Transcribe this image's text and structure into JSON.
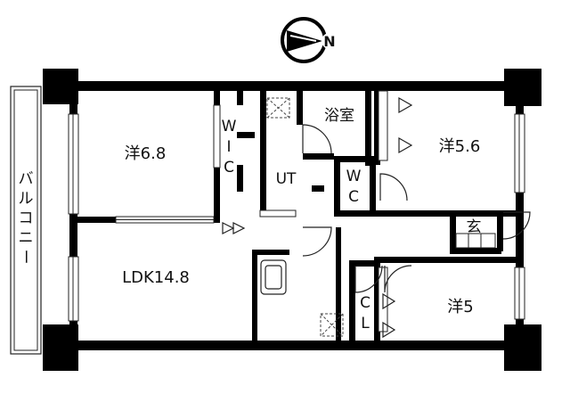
{
  "compass": {
    "mark": "N",
    "icon": "north-arrow-icon"
  },
  "rooms": {
    "western_68": "洋6.8",
    "western_56": "洋5.6",
    "western_5": "洋5",
    "ldk": "LDK14.8",
    "bath": "浴室",
    "utility": "UT",
    "entrance": "玄"
  },
  "closets": {
    "wic": [
      "W",
      "I",
      "C"
    ],
    "wc": [
      "W",
      "C"
    ],
    "cl": [
      "C",
      "L"
    ]
  },
  "balcony": [
    "バ",
    "ル",
    "コ",
    "ニ",
    "ー"
  ],
  "colors": {
    "wall": "#000000",
    "line": "#222222",
    "background": "#ffffff"
  }
}
